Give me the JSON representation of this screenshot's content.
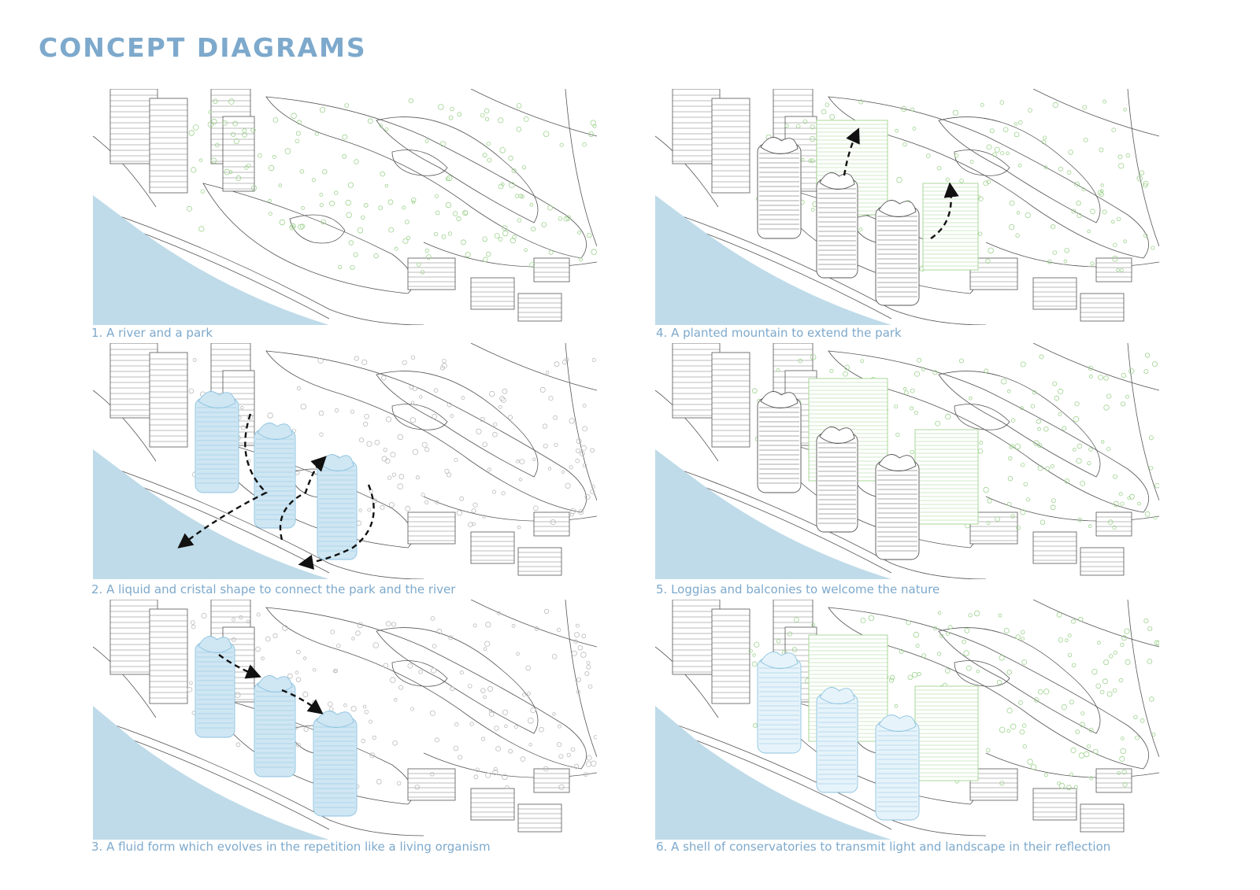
{
  "page": {
    "title": "CONCEPT DIAGRAMS",
    "colors": {
      "title": "#7da9cc",
      "caption": "#7da9cc",
      "river": "#bfdbe9",
      "vegetation": "#9fd38f",
      "linework": "#555555",
      "glass_tower": "#cfe6f3",
      "arrow": "#111111"
    }
  },
  "diagrams": [
    {
      "id": 1,
      "caption": "1. A river and a park"
    },
    {
      "id": 2,
      "caption": "2. A liquid and cristal shape to connect the park and the river"
    },
    {
      "id": 3,
      "caption": "3. A fluid form which evolves in the repetition like a living organism"
    },
    {
      "id": 4,
      "caption": "4. A planted mountain to extend the park"
    },
    {
      "id": 5,
      "caption": "5. Loggias and balconies to welcome the nature"
    },
    {
      "id": 6,
      "caption": "6. A shell of conservatories to transmit light and landscape in their reflection"
    }
  ]
}
